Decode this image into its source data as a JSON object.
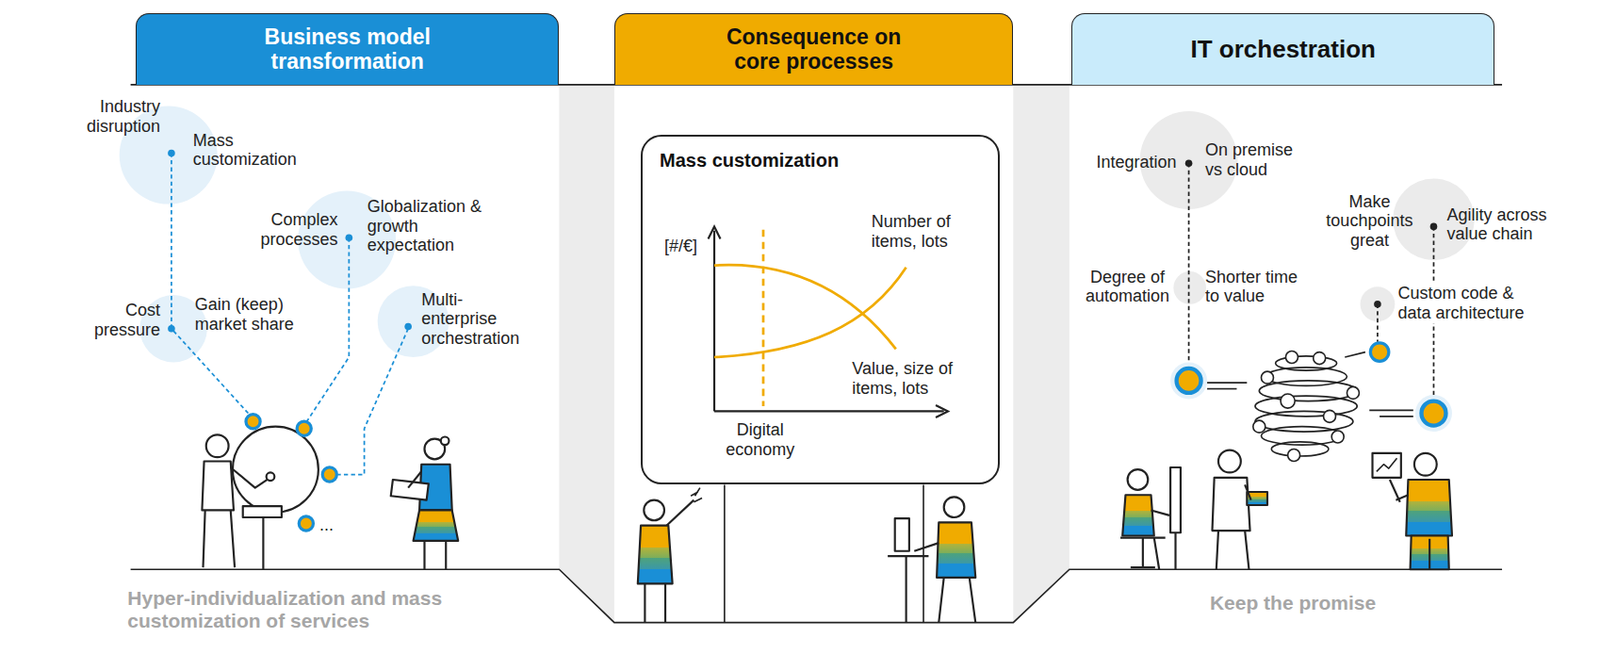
{
  "diagram": {
    "nodes": [
      {
        "text": [
          "Business model transformation"
        ]
      },
      {
        "text": [
          "Consequence on core processes"
        ]
      },
      {
        "text": [
          "IT orchestration"
        ]
      },
      {
        "text": [
          "Mass customization"
        ]
      }
    ],
    "labels": [
      "Industry disruption",
      "Mass customization",
      "Complex processes",
      "Globalization & growth expectation",
      "Cost pressure",
      "Gain (keep) market share",
      "Multi-enterprise orchestration",
      "...",
      "[#/€]",
      "Number of items, lots",
      "Value, size of items, lots",
      "Digital economy",
      "Integration",
      "On premise vs cloud",
      "Make touchpoints great",
      "Agility across value chain",
      "Degree of automation",
      "Shorter time to value",
      "Custom code & data architecture",
      "Hyper-individualization and mass customization of services",
      "Keep the promise"
    ]
  }
}
